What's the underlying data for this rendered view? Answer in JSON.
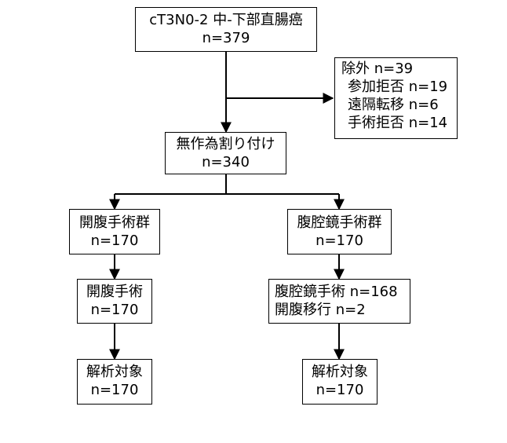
{
  "boxes": {
    "top": {
      "lines": [
        "cT3N0-2 中-下部直腸癌",
        "n=379"
      ]
    },
    "exclusion": {
      "lines": [
        "除外 n=39",
        "参加拒否 n=19",
        "遠隔転移 n=6",
        "手術拒否 n=14"
      ]
    },
    "random": {
      "lines": [
        "無作為割り付け",
        "n=340"
      ]
    },
    "open_group": {
      "lines": [
        "開腹手術群",
        "n=170"
      ]
    },
    "lap_group": {
      "lines": [
        "腹腔鏡手術群",
        "n=170"
      ]
    },
    "open_surgery": {
      "lines": [
        "開腹手術",
        "n=170"
      ]
    },
    "lap_surgery": {
      "lines": [
        "腹腔鏡手術 n=168",
        "開腹移行 n=2"
      ]
    },
    "open_analysis": {
      "lines": [
        "解析対象",
        "n=170"
      ]
    },
    "lap_analysis": {
      "lines": [
        "解析対象",
        "n=170"
      ]
    }
  }
}
